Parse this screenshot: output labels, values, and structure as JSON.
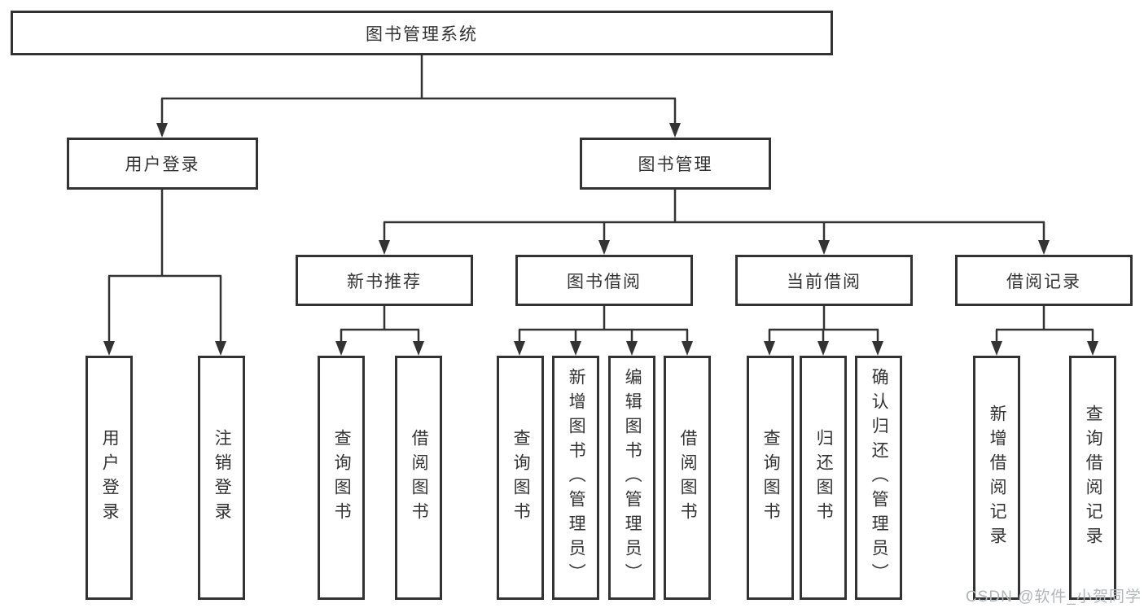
{
  "diagram": {
    "title": "图书管理系统",
    "root": {
      "label": "图书管理系统"
    },
    "level2": [
      {
        "id": "user-login",
        "label": "用户登录"
      },
      {
        "id": "book-management",
        "label": "图书管理"
      }
    ],
    "level3": [
      {
        "id": "new-book-recommend",
        "label": "新书推荐",
        "parent": "图书管理"
      },
      {
        "id": "book-borrow",
        "label": "图书借阅",
        "parent": "图书管理"
      },
      {
        "id": "current-borrow",
        "label": "当前借阅",
        "parent": "图书管理"
      },
      {
        "id": "borrow-records",
        "label": "借阅记录",
        "parent": "图书管理"
      }
    ],
    "leaves": [
      {
        "label": "用户登录",
        "parent": "用户登录"
      },
      {
        "label": "注销登录",
        "parent": "用户登录"
      },
      {
        "label": "查询图书",
        "parent": "新书推荐"
      },
      {
        "label": "借阅图书",
        "parent": "新书推荐"
      },
      {
        "label": "查询图书",
        "parent": "图书借阅"
      },
      {
        "label": "新增图书（管理员）",
        "parent": "图书借阅"
      },
      {
        "label": "编辑图书（管理员）",
        "parent": "图书借阅"
      },
      {
        "label": "借阅图书",
        "parent": "图书借阅"
      },
      {
        "label": "查询图书",
        "parent": "当前借阅"
      },
      {
        "label": "归还图书",
        "parent": "当前借阅"
      },
      {
        "label": "确认归还（管理员）",
        "parent": "当前借阅"
      },
      {
        "label": "新增借阅记录",
        "parent": "借阅记录"
      },
      {
        "label": "查询借阅记录",
        "parent": "借阅记录"
      }
    ]
  },
  "watermark": "CSDN @软件_小贺同学",
  "colors": {
    "line": "#333333",
    "box_border": "#333333",
    "text": "#333333",
    "background": "#ffffff",
    "watermark": "#b0b5b9"
  }
}
